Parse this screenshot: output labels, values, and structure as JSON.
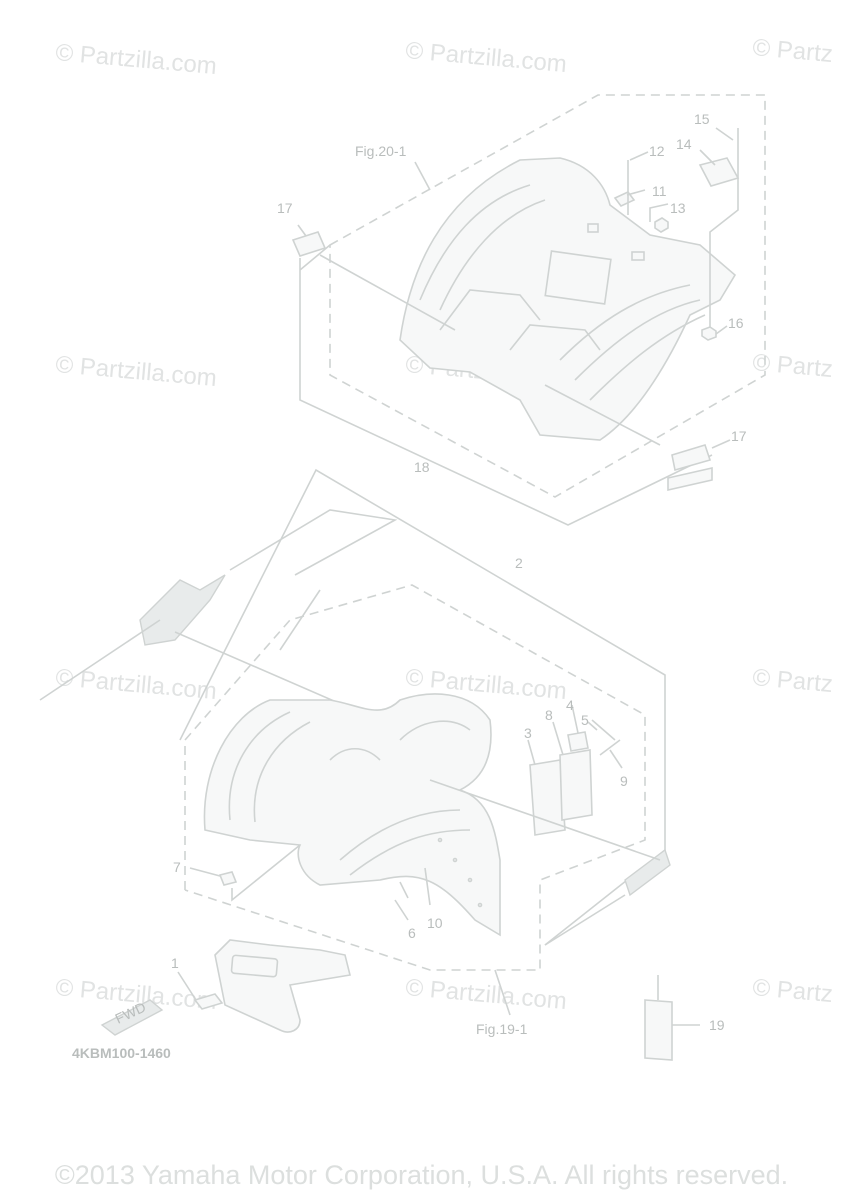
{
  "watermark": "© Partzilla.com",
  "watermark_partial": "© Partz",
  "figure_refs": {
    "rear": "Fig.20-1",
    "front": "Fig.19-1"
  },
  "callouts": [
    "1",
    "2",
    "3",
    "4",
    "5",
    "6",
    "7",
    "8",
    "9",
    "10",
    "11",
    "12",
    "13",
    "14",
    "15",
    "16",
    "17",
    "17",
    "18",
    "19"
  ],
  "decal_texts": {
    "fwd": "FWD"
  },
  "diagram_code": "4KBM100-1460",
  "copyright": "©2013 Yamaha Motor Corporation, U.S.A. All rights reserved."
}
